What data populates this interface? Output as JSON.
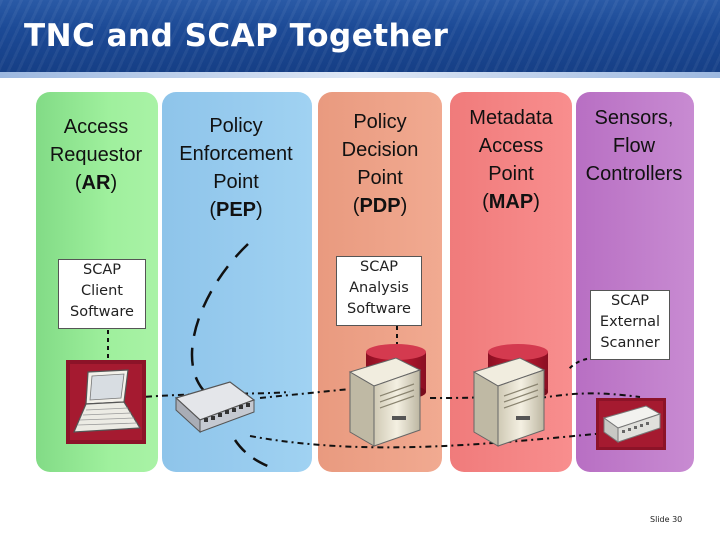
{
  "title": "TNC and SCAP Together",
  "columns": {
    "ar": {
      "line1": "Access",
      "line2": "Requestor",
      "abbr": "AR"
    },
    "pep": {
      "line1": "Policy",
      "line2": "Enforcement",
      "line3": "Point",
      "abbr": "PEP"
    },
    "pdp": {
      "line1": "Policy",
      "line2": "Decision",
      "line3": "Point",
      "abbr": "PDP"
    },
    "map": {
      "line1": "Metadata",
      "line2": "Access",
      "line3": "Point",
      "abbr": "MAP"
    },
    "sensors": {
      "line1": "Sensors,",
      "line2": "Flow",
      "line3": "Controllers"
    }
  },
  "software": {
    "client": {
      "line1": "SCAP",
      "line2": "Client",
      "line3": "Software"
    },
    "analysis": {
      "line1": "SCAP",
      "line2": "Analysis",
      "line3": "Software"
    },
    "scanner": {
      "line1": "SCAP",
      "line2": "External",
      "line3": "Scanner"
    }
  },
  "footer": {
    "slide_label": "Slide 30"
  },
  "icons": [
    "laptop-icon",
    "network-switch-icon",
    "server-icon",
    "database-icon",
    "scanner-device-icon"
  ]
}
